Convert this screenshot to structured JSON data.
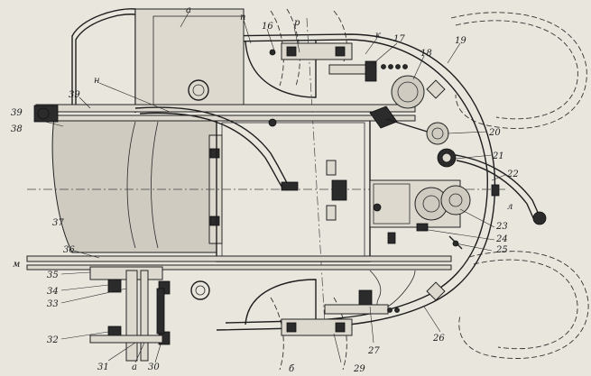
{
  "labels": {
    "a_top": "а",
    "n_top": "п",
    "p_top": "р",
    "k": "к",
    "n_left": "н",
    "m_left": "м",
    "a_bottom": "а",
    "b_caption": "б",
    "l16": "16",
    "l17": "17",
    "l18": "18",
    "l19": "19",
    "l20": "20",
    "l21": "21",
    "l22": "22",
    "l_l": "л",
    "l23": "23",
    "l24": "24",
    "l25": "25",
    "l26": "26",
    "l27": "27",
    "l29": "29",
    "l30": "30",
    "l31": "31",
    "l32": "32",
    "l33": "33",
    "l34": "34",
    "l35": "35",
    "l36": "36",
    "l37": "37",
    "l38": "38",
    "l39a": "39",
    "l39b": "39"
  }
}
